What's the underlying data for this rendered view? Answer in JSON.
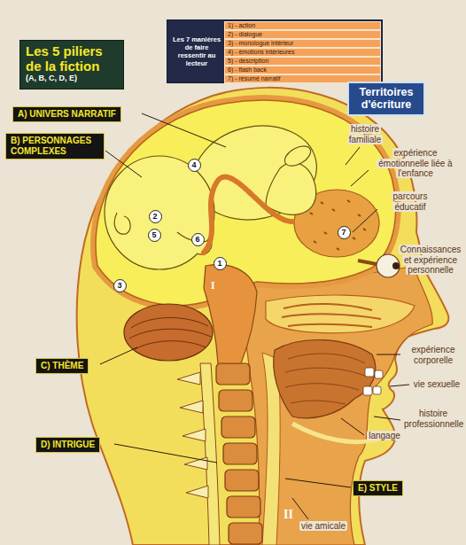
{
  "diagram": {
    "nodes": [
      {
        "text": [
          "Les 5 piliers de la fiction",
          "(A, B, C, D, E)"
        ]
      },
      {
        "text": [
          "Les 7 manières de faire ressentir au lecteur"
        ]
      },
      {
        "text": [
          "1) - action"
        ],
        "in": 1
      },
      {
        "text": [
          "2) - dialogue"
        ],
        "in": 1
      },
      {
        "text": [
          "3) - monologue intérieur"
        ],
        "in": 1
      },
      {
        "text": [
          "4) - émotions intérieures"
        ],
        "in": 1
      },
      {
        "text": [
          "5) - description"
        ],
        "in": 1
      },
      {
        "text": [
          "6) - flash back"
        ],
        "in": 1
      },
      {
        "text": [
          "7) - résumé narratif"
        ],
        "in": 1
      },
      {
        "text": [
          "Territoires d'écriture"
        ]
      },
      {
        "text": [
          "A) UNIVERS NARRATIF"
        ]
      },
      {
        "text": [
          "B) PERSONNAGES COMPLEXES"
        ]
      },
      {
        "text": [
          "C) THÈME"
        ]
      },
      {
        "text": [
          "D) INTRIGUE"
        ]
      },
      {
        "text": [
          "E) STYLE"
        ]
      },
      {
        "text": [
          "1"
        ]
      },
      {
        "text": [
          "2"
        ]
      },
      {
        "text": [
          "3"
        ]
      },
      {
        "text": [
          "4"
        ]
      },
      {
        "text": [
          "5"
        ]
      },
      {
        "text": [
          "6"
        ]
      },
      {
        "text": [
          "7"
        ]
      }
    ],
    "labels": [
      "histoire familiale",
      "expérience émotionnelle liée à l'enfance",
      "parcours éducatif",
      "Connaissances et expérience personnelle",
      "expérience corporelle",
      "vie sexuelle",
      "histoire professionnelle",
      "langage",
      "vie amicale",
      "I",
      "II"
    ]
  }
}
